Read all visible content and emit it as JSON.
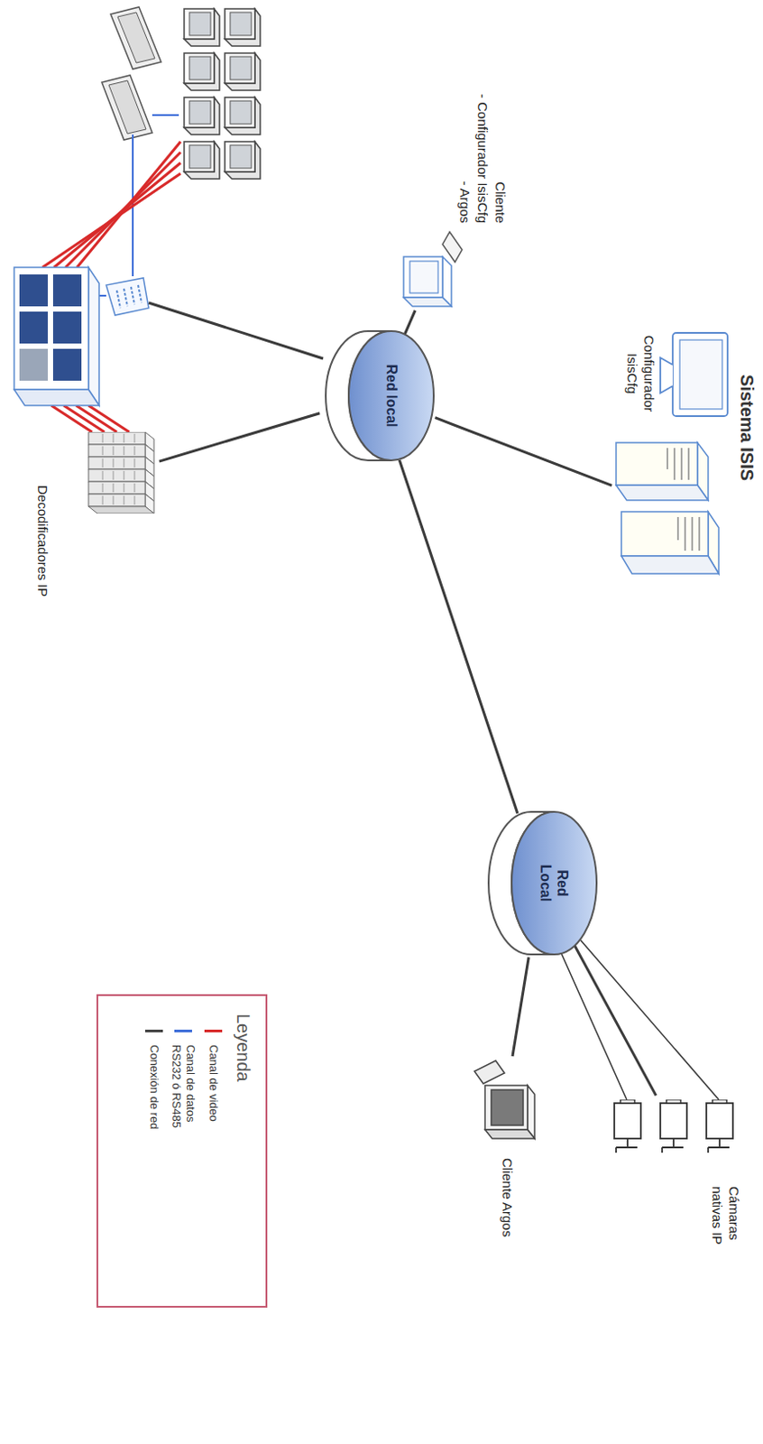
{
  "diagram": {
    "nodes": [
      {
        "text": [
          "Sistema ISIS"
        ]
      },
      {
        "text": [
          "Configurador IsisCfg"
        ]
      },
      {
        "text": [
          "Cliente",
          "- Configurador IsisCfg",
          "- Argos"
        ]
      },
      {
        "text": [
          "Red local"
        ]
      },
      {
        "text": [
          "Decodificadores IP"
        ]
      },
      {
        "text": [
          "Red Local"
        ]
      },
      {
        "text": [
          "Cámaras nativas IP"
        ]
      },
      {
        "text": [
          "Cliente Argos"
        ]
      }
    ],
    "edges": [
      {
        "from": 3,
        "to": 0,
        "arrow": "none"
      },
      {
        "from": 3,
        "to": 2,
        "arrow": "none"
      },
      {
        "from": 3,
        "to": 4,
        "arrow": "none"
      },
      {
        "from": 3,
        "to": 5,
        "arrow": "none"
      },
      {
        "from": 5,
        "to": 6,
        "arrow": "none"
      },
      {
        "from": 5,
        "to": 7,
        "arrow": "none"
      }
    ],
    "labels": [
      "Leyenda"
    ],
    "legend": [
      {
        "text": "Canal de video"
      },
      {
        "text": "Canal de datos RS232 ó RS485"
      },
      {
        "text": "Conexión de red"
      }
    ]
  }
}
